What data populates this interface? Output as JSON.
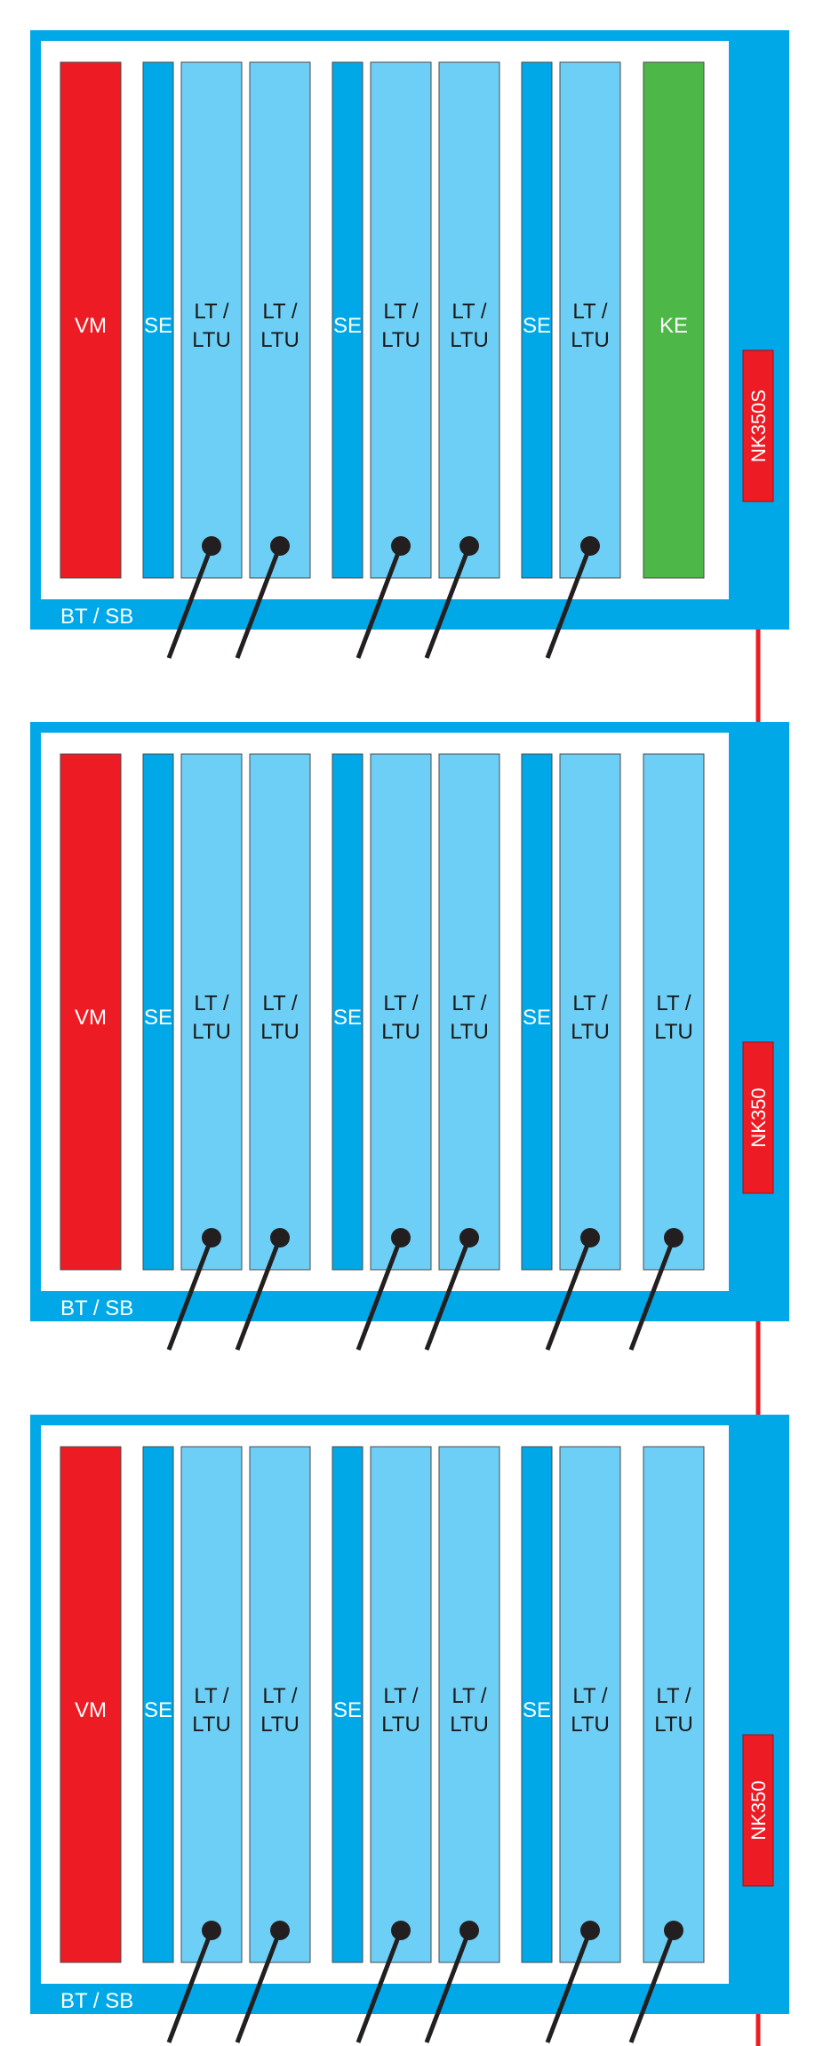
{
  "colors": {
    "frame": "#00a8e8",
    "vm": "#ed1c24",
    "se": "#00a8e8",
    "lt": "#6dcff6",
    "ke": "#4db848",
    "nk": "#ed1c24",
    "bus": "#ed1c24",
    "cable": "#231f20"
  },
  "shelves": [
    {
      "label": "BT / SB",
      "module": {
        "label": "NK350S"
      },
      "cards": [
        {
          "type": "vm",
          "lines": [
            "VM"
          ]
        },
        {
          "type": "se",
          "lines": [
            "SE"
          ]
        },
        {
          "type": "lt",
          "lines": [
            "LT /",
            "LTU"
          ],
          "cable": true
        },
        {
          "type": "lt",
          "lines": [
            "LT /",
            "LTU"
          ],
          "cable": true
        },
        {
          "type": "se",
          "lines": [
            "SE"
          ]
        },
        {
          "type": "lt",
          "lines": [
            "LT /",
            "LTU"
          ],
          "cable": true
        },
        {
          "type": "lt",
          "lines": [
            "LT /",
            "LTU"
          ],
          "cable": true
        },
        {
          "type": "se",
          "lines": [
            "SE"
          ]
        },
        {
          "type": "lt",
          "lines": [
            "LT /",
            "LTU"
          ],
          "cable": true
        },
        {
          "type": "ke",
          "lines": [
            "KE"
          ]
        }
      ]
    },
    {
      "label": "BT / SB",
      "module": {
        "label": "NK350"
      },
      "cards": [
        {
          "type": "vm",
          "lines": [
            "VM"
          ]
        },
        {
          "type": "se",
          "lines": [
            "SE"
          ]
        },
        {
          "type": "lt",
          "lines": [
            "LT /",
            "LTU"
          ],
          "cable": true
        },
        {
          "type": "lt",
          "lines": [
            "LT /",
            "LTU"
          ],
          "cable": true
        },
        {
          "type": "se",
          "lines": [
            "SE"
          ]
        },
        {
          "type": "lt",
          "lines": [
            "LT /",
            "LTU"
          ],
          "cable": true
        },
        {
          "type": "lt",
          "lines": [
            "LT /",
            "LTU"
          ],
          "cable": true
        },
        {
          "type": "se",
          "lines": [
            "SE"
          ]
        },
        {
          "type": "lt",
          "lines": [
            "LT /",
            "LTU"
          ],
          "cable": true
        },
        {
          "type": "lt",
          "lines": [
            "LT /",
            "LTU"
          ],
          "cable": true
        }
      ]
    },
    {
      "label": "BT / SB",
      "module": {
        "label": "NK350"
      },
      "cards": [
        {
          "type": "vm",
          "lines": [
            "VM"
          ]
        },
        {
          "type": "se",
          "lines": [
            "SE"
          ]
        },
        {
          "type": "lt",
          "lines": [
            "LT /",
            "LTU"
          ],
          "cable": true
        },
        {
          "type": "lt",
          "lines": [
            "LT /",
            "LTU"
          ],
          "cable": true
        },
        {
          "type": "se",
          "lines": [
            "SE"
          ]
        },
        {
          "type": "lt",
          "lines": [
            "LT /",
            "LTU"
          ],
          "cable": true
        },
        {
          "type": "lt",
          "lines": [
            "LT /",
            "LTU"
          ],
          "cable": true
        },
        {
          "type": "se",
          "lines": [
            "SE"
          ]
        },
        {
          "type": "lt",
          "lines": [
            "LT /",
            "LTU"
          ],
          "cable": true
        },
        {
          "type": "lt",
          "lines": [
            "LT /",
            "LTU"
          ],
          "cable": true
        }
      ]
    }
  ]
}
